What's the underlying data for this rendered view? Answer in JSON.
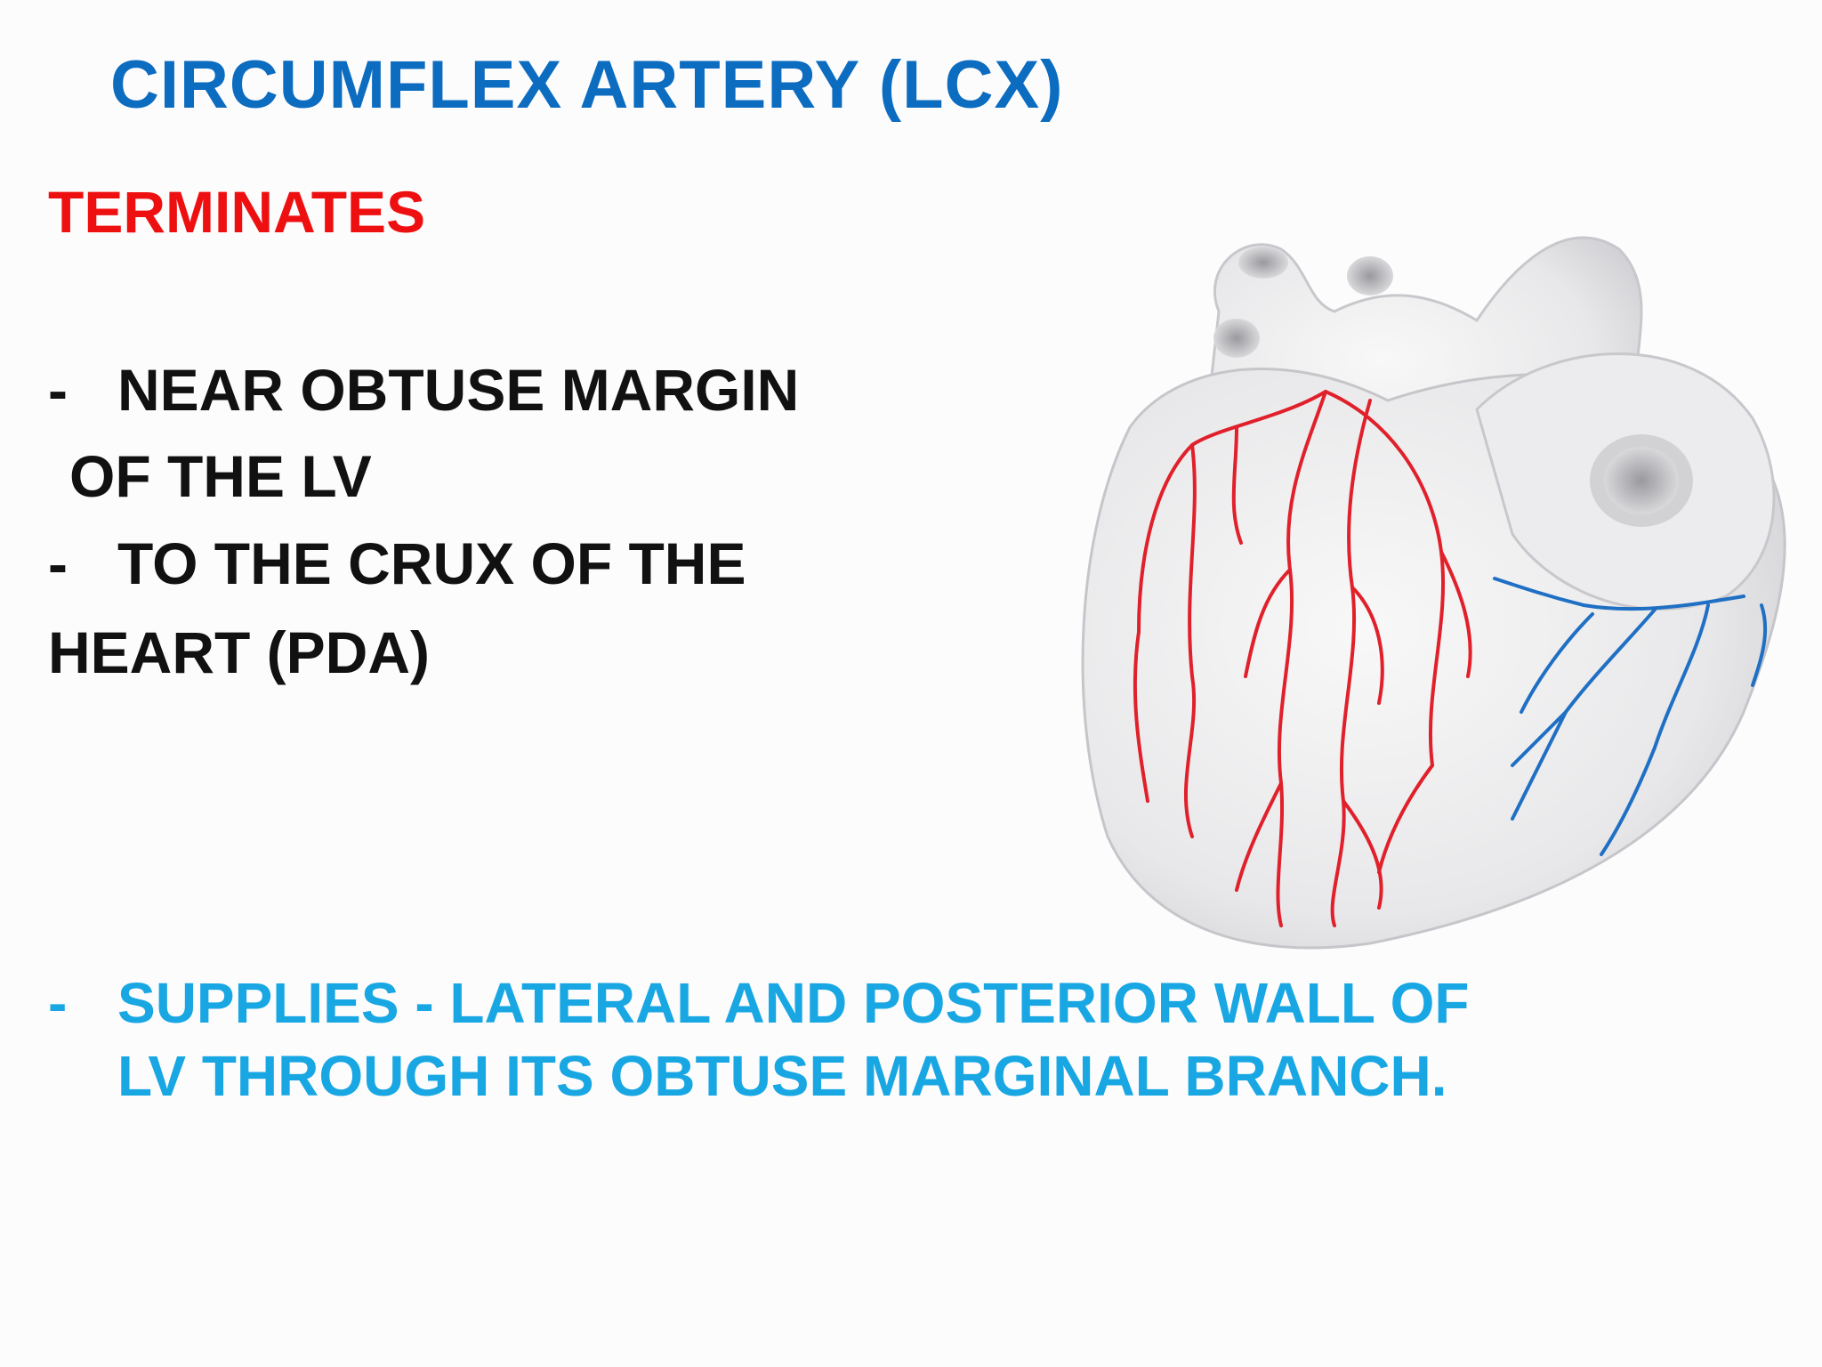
{
  "slide": {
    "title": "CIRCUMFLEX ARTERY (LCX)",
    "heading": "TERMINATES",
    "bullets": {
      "dash": "-",
      "line1": "NEAR OBTUSE MARGIN",
      "line2": "OF THE LV",
      "line3": "TO THE CRUX OF THE",
      "line4": "HEART (PDA)"
    },
    "supplies": {
      "dash": "-",
      "line1": "SUPPLIES - LATERAL AND POSTERIOR WALL OF",
      "line2": "LV THROUGH ITS OBTUSE MARGINAL BRANCH."
    }
  },
  "colors": {
    "title": "#0b6cc0",
    "heading": "#ee1010",
    "body": "#111111",
    "supplies": "#18a7e3",
    "artery": "#e0202a",
    "vein": "#1f6fc4"
  },
  "image": {
    "icon": "heart-illustration-icon"
  }
}
